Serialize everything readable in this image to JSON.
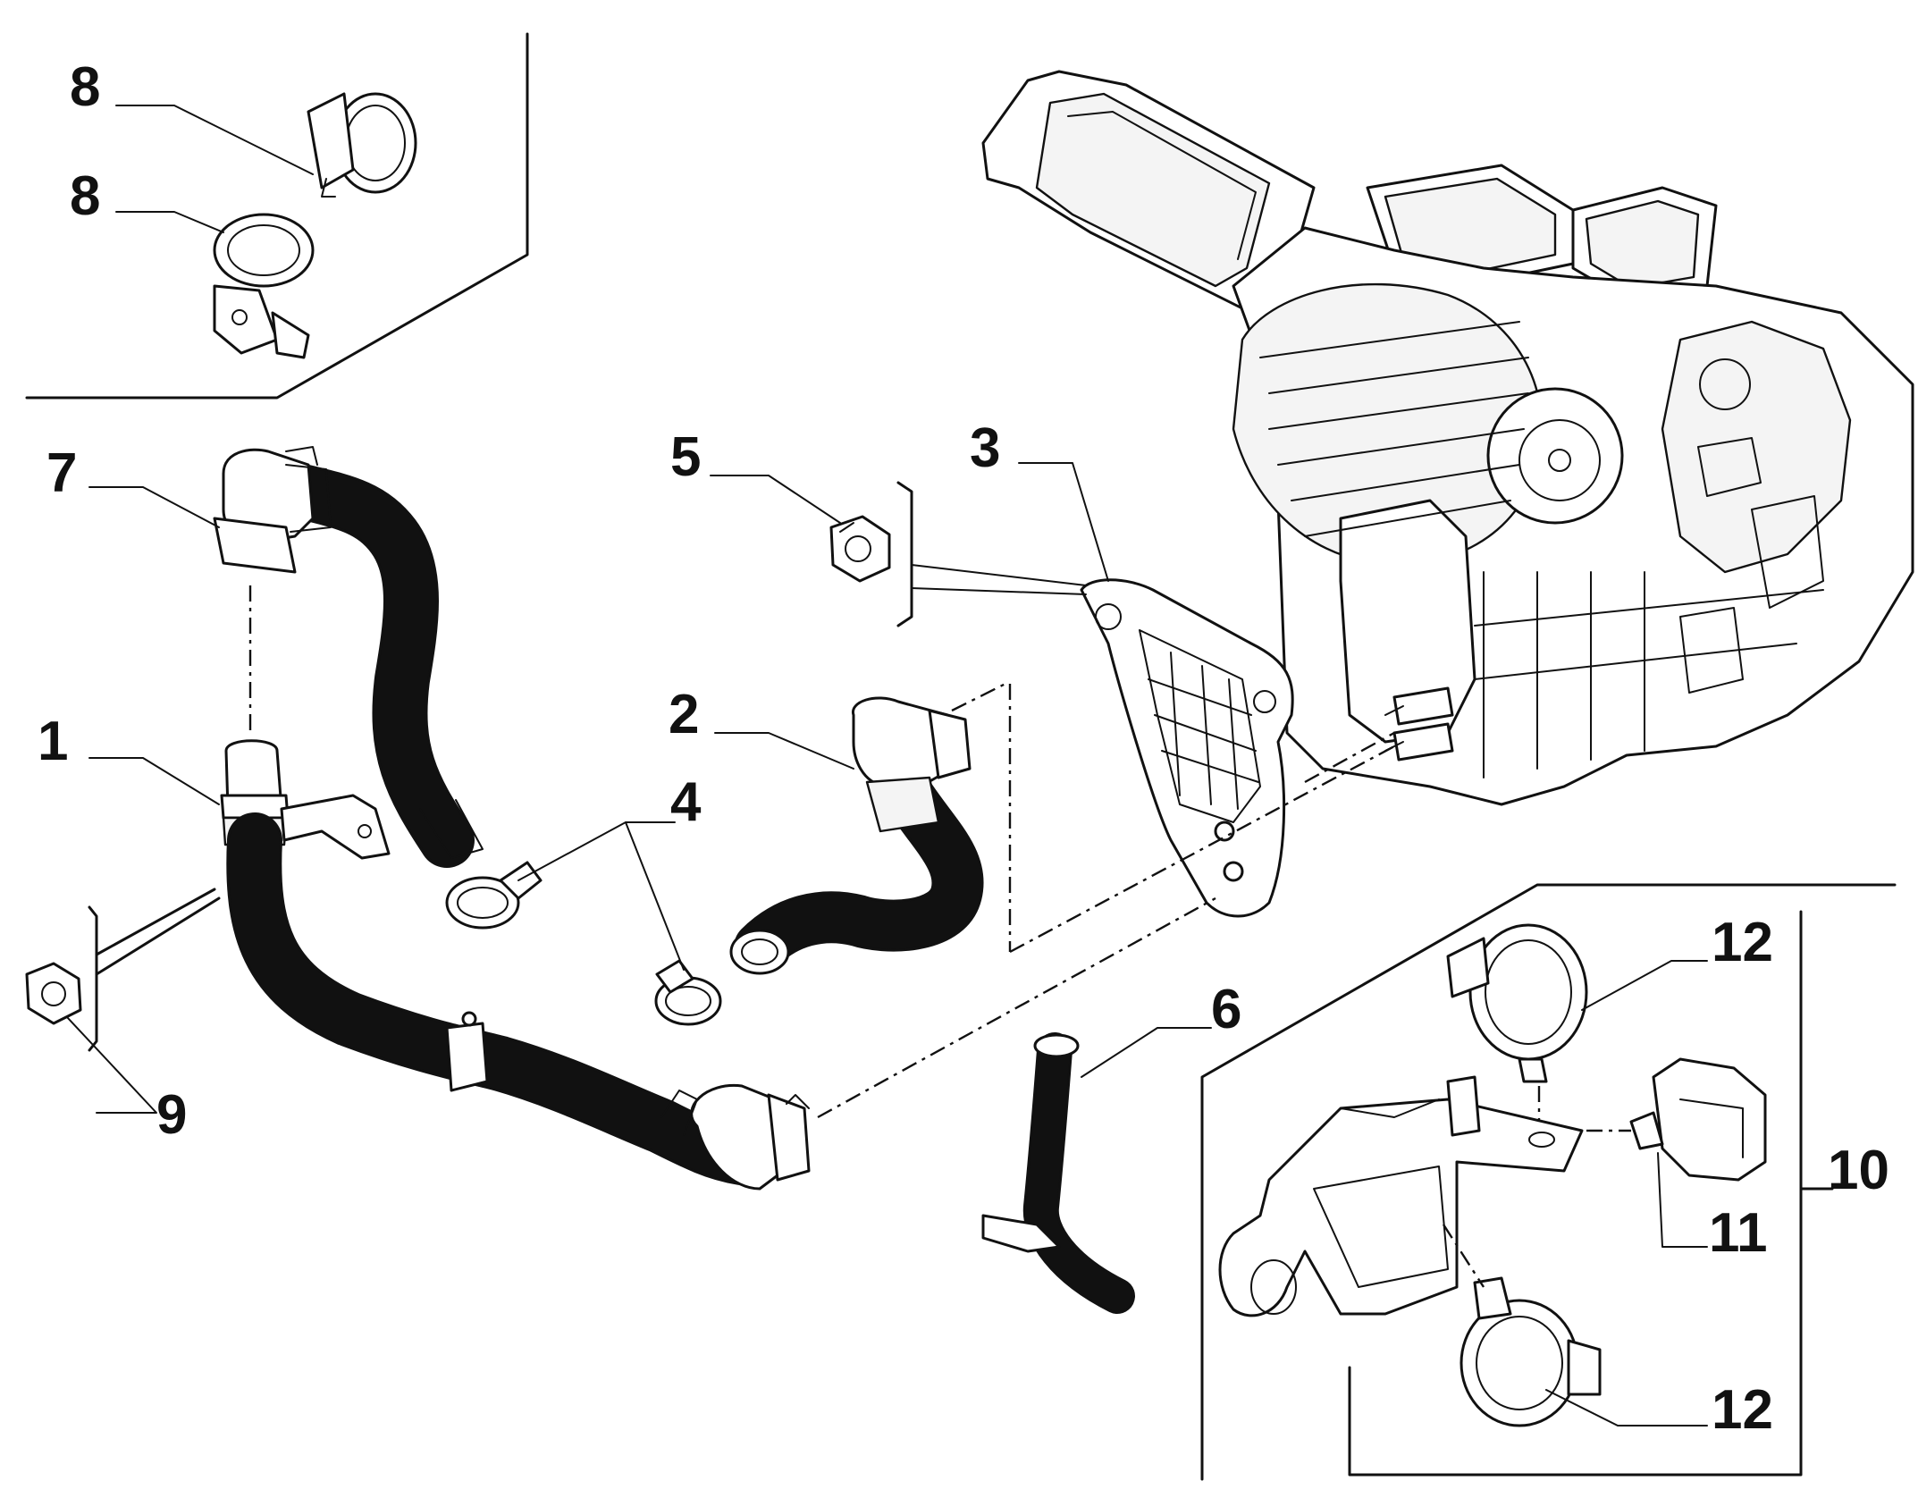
{
  "callouts": {
    "p1": "1",
    "p2": "2",
    "p3": "3",
    "p4": "4",
    "p5": "5",
    "p6": "6",
    "p7": "7",
    "p8a": "8",
    "p8b": "8",
    "p9": "9",
    "p10": "10",
    "p11": "11",
    "p12a": "12",
    "p12b": "12"
  }
}
